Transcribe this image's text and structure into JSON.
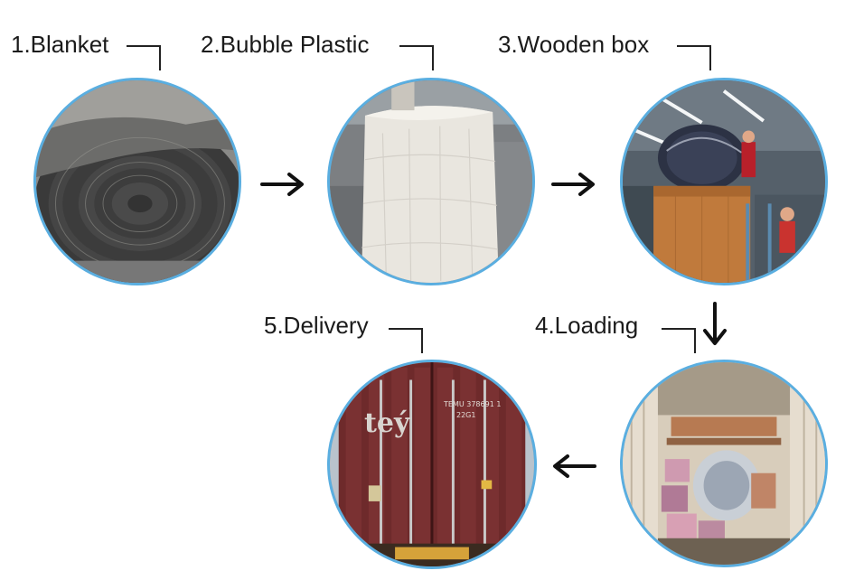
{
  "steps": [
    {
      "label": "1.Blanket",
      "image": "blanket-roll-photo"
    },
    {
      "label": "2.Bubble Plastic",
      "image": "bubble-plastic-wrap-photo"
    },
    {
      "label": "3.Wooden box",
      "image": "wooden-box-packing-photo"
    },
    {
      "label": "4.Loading",
      "image": "container-loading-photo"
    },
    {
      "label": "5.Delivery",
      "image": "shipping-container-doors-photo"
    }
  ],
  "container_text": {
    "brand": "teý",
    "number": "TEMU 378691 1",
    "code": "22G1"
  },
  "arrows": [
    "arrow-right-icon",
    "arrow-right-icon",
    "arrow-down-icon",
    "arrow-left-icon"
  ],
  "colors": {
    "circle_border": "#5aaee0",
    "arrow": "#111111",
    "text": "#1b1b1b"
  }
}
